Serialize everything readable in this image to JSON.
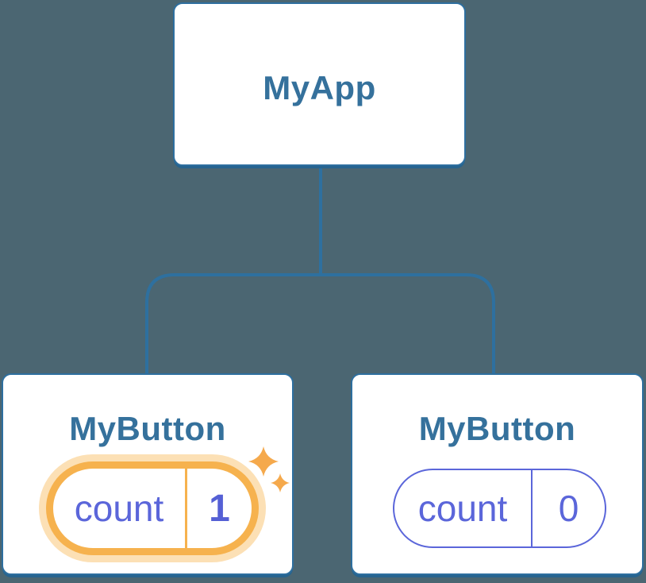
{
  "diagram": {
    "kind": "component-tree",
    "root": {
      "label": "MyApp"
    },
    "children": [
      {
        "label": "MyButton",
        "state": {
          "name": "count",
          "value": "1"
        },
        "highlighted": true
      },
      {
        "label": "MyButton",
        "state": {
          "name": "count",
          "value": "0"
        },
        "highlighted": false
      }
    ]
  },
  "icons": {
    "sparkle": "sparkle-icon"
  },
  "colors": {
    "background": "#4B6672",
    "node_fill": "#FFFFFF",
    "node_border": "#2E6F9F",
    "node_label": "#35719C",
    "connector": "#2E709F",
    "state_purple": "#5B66DA",
    "state_value_bold": "#5560D5",
    "highlight_ring": "#F6B24E",
    "highlight_glow": "#FCE0B5",
    "sparkle": "#F5A94C"
  }
}
